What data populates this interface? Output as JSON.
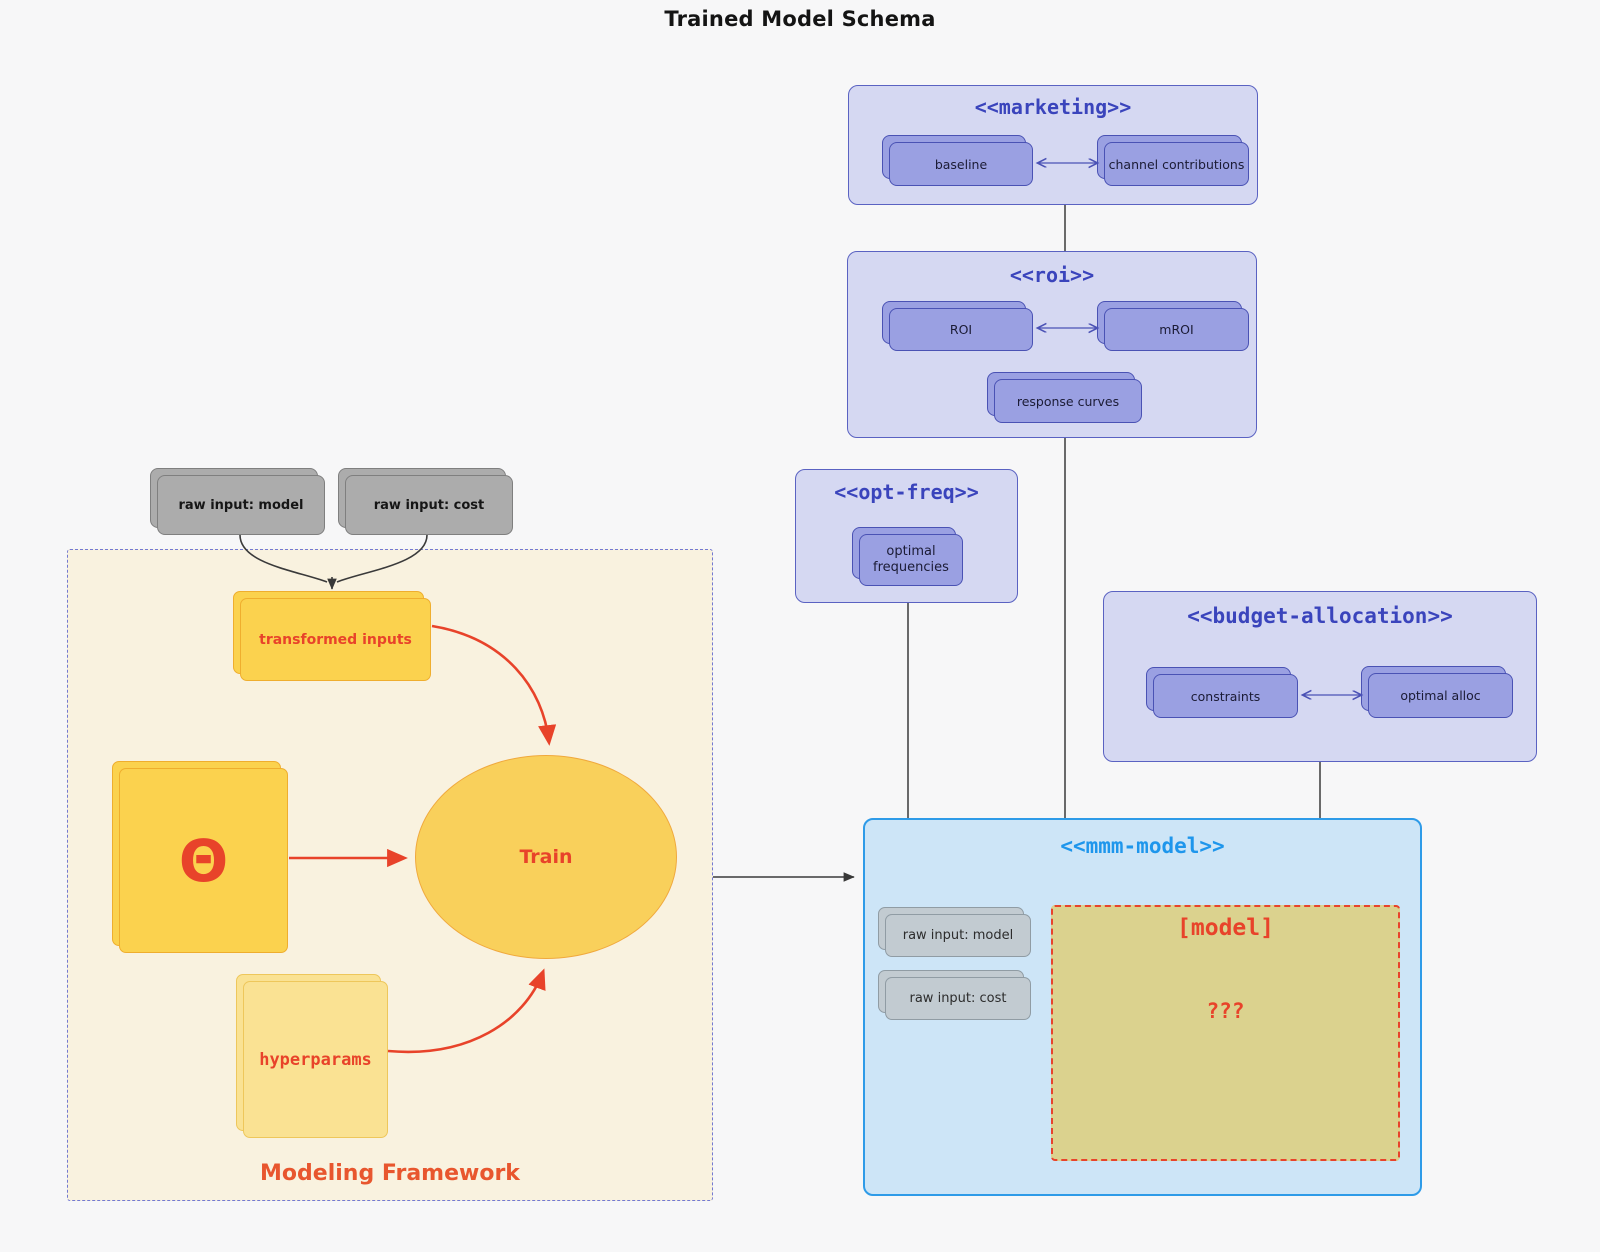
{
  "title": "Trained Model Schema",
  "colors": {
    "accent_red": "#e8432a",
    "purple_title": "#3a44bc",
    "blue_title": "#1e96ec",
    "framework_label_color": "#e8562e",
    "purple_node_fill": "#9aa0e2",
    "yellow_node_fill": "#fbd24e",
    "mmm_fill": "#cde5f7"
  },
  "raw_inputs": {
    "model": "raw input: model",
    "cost": "raw input: cost"
  },
  "marketing": {
    "title": "<<marketing>>",
    "baseline": "baseline",
    "channel_contributions": "channel contributions"
  },
  "roi": {
    "title": "<<roi>>",
    "roi": "ROI",
    "mroi": "mROI",
    "response_curves": "response curves"
  },
  "opt_freq": {
    "title": "<<opt-freq>>",
    "optimal_frequencies": "optimal frequencies"
  },
  "budget_allocation": {
    "title": "<<budget-allocation>>",
    "constraints": "constraints",
    "optimal_alloc": "optimal alloc"
  },
  "mmm_model": {
    "title": "<<mmm-model>>",
    "raw_input_model": "raw input: model",
    "raw_input_cost": "raw input: cost",
    "model_placeholder": "[model]",
    "unknown": "???"
  },
  "framework": {
    "label": "Modeling Framework",
    "transformed_inputs": "transformed inputs",
    "theta": "Θ",
    "train": "Train",
    "hyperparams": "hyperparams"
  }
}
